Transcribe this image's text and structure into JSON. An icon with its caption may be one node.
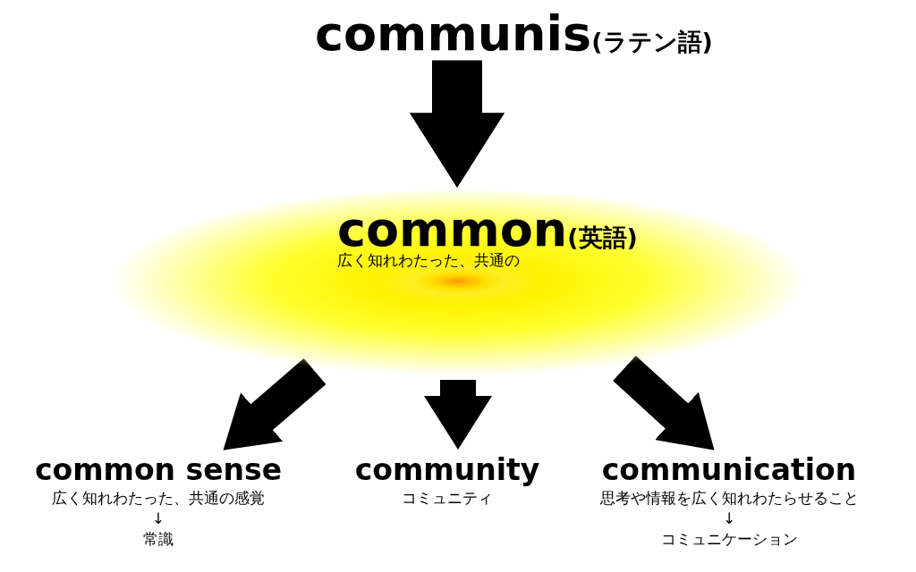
{
  "diagram": {
    "nodes": [
      {
        "text": [
          "communis",
          "(ラテン語)"
        ]
      },
      {
        "text": [
          "common",
          "(英語)",
          "広く知れわたった、共通の"
        ]
      },
      {
        "text": [
          "common sense",
          "広く知れわたった、共通の感覚",
          "↓",
          "常識"
        ]
      },
      {
        "text": [
          "community",
          "コミュニティ"
        ]
      },
      {
        "text": [
          "communication",
          "思考や情報を広く知れわたらせること",
          "↓",
          "コミュニケーション"
        ]
      }
    ],
    "edges": [
      {
        "from": 0,
        "to": 1,
        "arrow": "to"
      },
      {
        "from": 1,
        "to": 2,
        "arrow": "to"
      },
      {
        "from": 1,
        "to": 3,
        "arrow": "to"
      },
      {
        "from": 1,
        "to": 4,
        "arrow": "to"
      }
    ]
  }
}
